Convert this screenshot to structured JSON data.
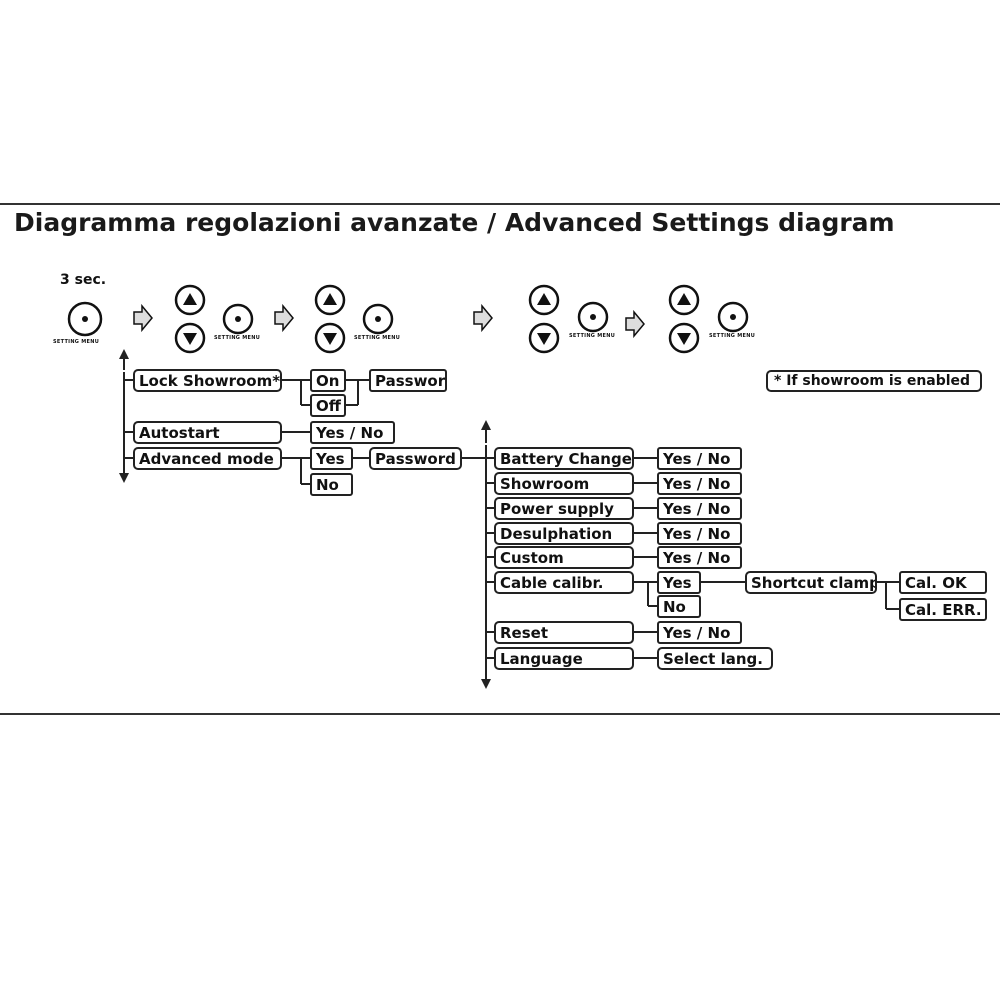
{
  "title": "Diagramma regolazioni avanzate / Advanced Settings diagram",
  "hold_time": "3 sec.",
  "button_label": "SETTING MENU",
  "note": "* If showroom is enabled",
  "main_menu": {
    "lock_showroom": "Lock Showroom*",
    "on": "On",
    "off": "Off",
    "password": "Password",
    "autostart": "Autostart",
    "autostart_choice": "Yes / No",
    "advanced_mode": "Advanced mode",
    "adv_yes": "Yes",
    "adv_no": "No",
    "adv_password": "Password"
  },
  "advanced_menu": {
    "battery_change": "Battery Change",
    "showroom": "Showroom",
    "power_supply": "Power supply",
    "desulphation": "Desulphation",
    "custom": "Custom",
    "cable_calibr": "Cable calibr.",
    "reset": "Reset",
    "language": "Language",
    "yes_no": "Yes / No",
    "yes": "Yes",
    "no": "No",
    "shortcut_clamp": "Shortcut clamp",
    "cal_ok": "Cal. OK",
    "cal_err": "Cal. ERR.",
    "select_lang": "Select lang."
  },
  "icons": {
    "round_button": "dot-circle-icon",
    "up": "up-arrow-circle-icon",
    "down": "down-arrow-circle-icon",
    "next": "right-arrow-icon"
  }
}
